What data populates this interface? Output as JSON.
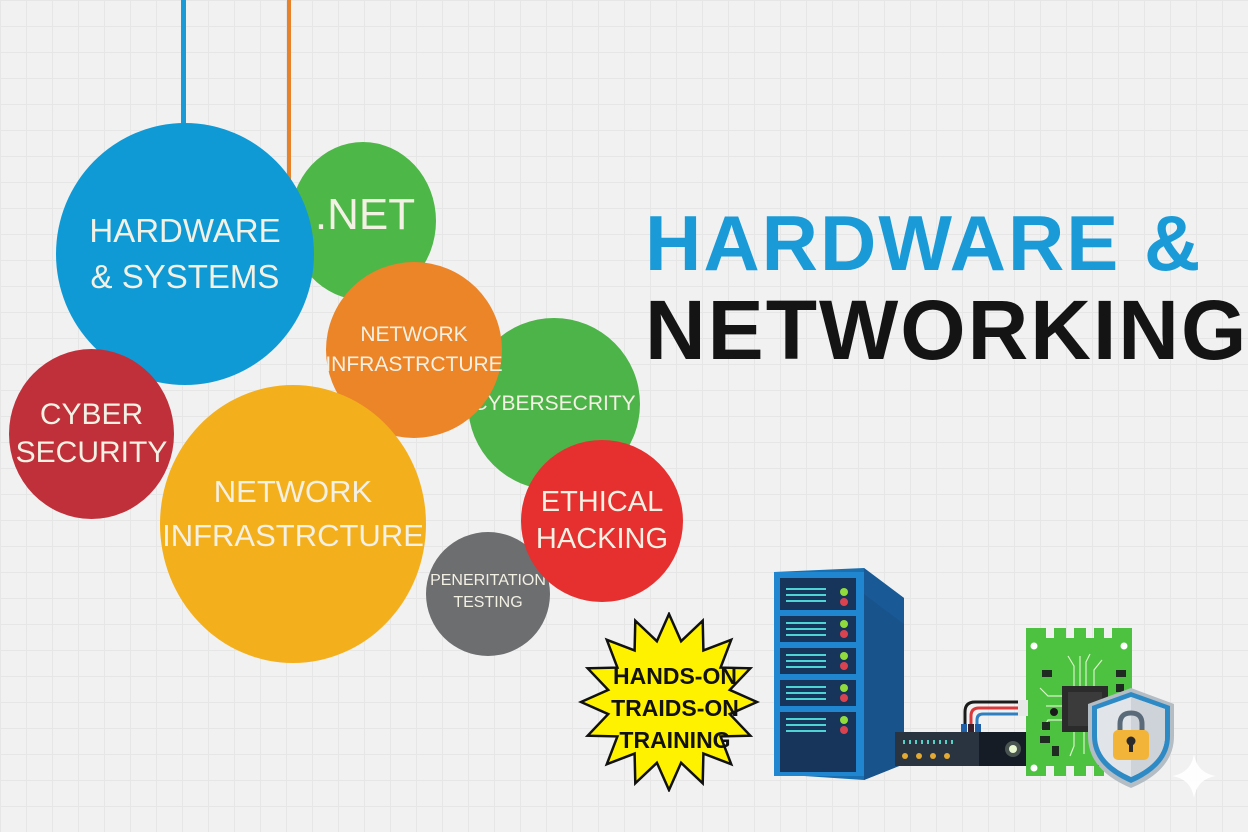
{
  "headline": {
    "line1": "HARDWARE &",
    "line2": "NETWORKING",
    "line1_color": "#1a9bd7",
    "line2_color": "#141414"
  },
  "bubbles": [
    {
      "id": "hardware-systems",
      "lines": [
        "HARDWARE",
        "& SYSTEMS"
      ],
      "color": "#0f9ad6"
    },
    {
      "id": "dotnet",
      "lines": [
        ".NET"
      ],
      "color": "#4db748"
    },
    {
      "id": "network-infra-small",
      "lines": [
        "NETWORK",
        "INFRASTRCTURE"
      ],
      "color": "#ec8428"
    },
    {
      "id": "cybersecrity",
      "lines": [
        "CYBERSECRITY"
      ],
      "color": "#4cb448"
    },
    {
      "id": "cyber-security",
      "lines": [
        "CYBER",
        "SECURITY"
      ],
      "color": "#c0303b"
    },
    {
      "id": "network-infra-large",
      "lines": [
        "NETWORK",
        "INFRASTRCTURE"
      ],
      "color": "#f4af1c"
    },
    {
      "id": "ethical-hacking",
      "lines": [
        "ETHICAL",
        "HACKING"
      ],
      "color": "#e5302f"
    },
    {
      "id": "penetration-testing",
      "lines": [
        "PENERITATION",
        "TESTING"
      ],
      "color": "#6d6e70"
    }
  ],
  "badge": {
    "lines": [
      "HANDS-ON",
      "TRAIDS-ON",
      "TRAINING"
    ],
    "color": "#fff200"
  },
  "illustrations": {
    "server": "server-tower-icon",
    "router": "network-router-icon",
    "circuit": "circuit-board-icon",
    "shield": "shield-lock-icon",
    "sparkle": "sparkle-icon"
  }
}
